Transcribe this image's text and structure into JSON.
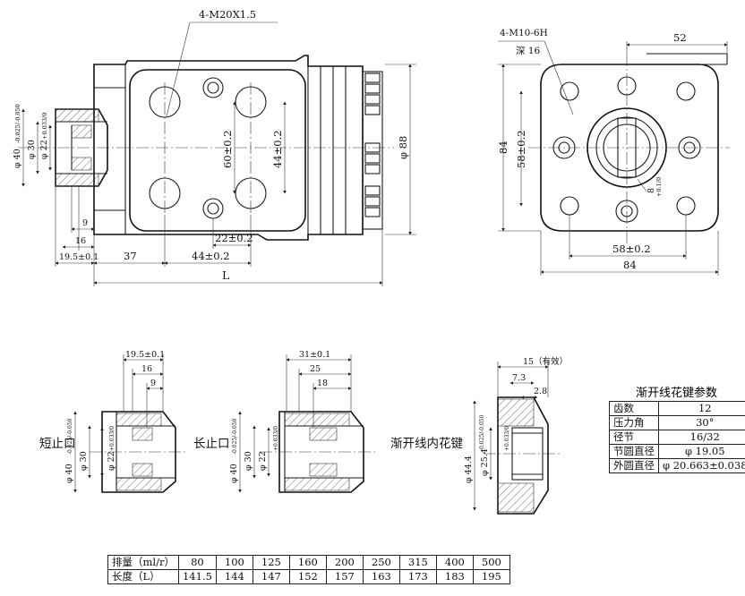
{
  "front_view": {
    "thread_callout": "4-M20X1.5",
    "dim_60": "60±0.2",
    "dim_44_v": "44±0.2",
    "dim_88": "φ 88",
    "dim_22": "22±0.2",
    "dim_9": "9",
    "dim_16": "16",
    "dim_19_5": "19.5±0.1",
    "dim_37": "37",
    "dim_44_h": "44±0.2",
    "dim_L": "L",
    "dim_phi40": "φ 40",
    "dim_phi40_tol": "-0.025/-0.050",
    "dim_phi30": "φ 30",
    "dim_phi22": "φ 22",
    "dim_phi22_tol": "+0.033/0"
  },
  "side_view": {
    "thread_callout": "4-M10-6H",
    "depth_label": "深 16",
    "dim_52": "52",
    "dim_84_v": "84",
    "dim_58_v": "58±0.2",
    "dim_58_h": "58±0.2",
    "dim_84_h": "84",
    "dim_8": "8",
    "dim_8_tol": "+0.1/0"
  },
  "detail_short": {
    "label": "短止口",
    "dim_19_5": "19.5±0.1",
    "dim_16": "16",
    "dim_9": "9",
    "dim_phi40": "φ 40",
    "dim_phi40_tol": "-0.025/-0.050",
    "dim_phi30": "φ 30",
    "dim_phi22": "φ 22",
    "dim_phi22_tol": "+0.033/0"
  },
  "detail_long": {
    "label": "长止口",
    "dim_31": "31±0.1",
    "dim_25": "25",
    "dim_18": "18",
    "dim_phi40": "φ 40",
    "dim_phi40_tol": "-0.025/-0.050",
    "dim_phi30": "φ 30",
    "dim_phi22": "φ 22",
    "dim_phi22_tol": "+0.033/0"
  },
  "detail_spline": {
    "label": "渐开线内花键",
    "dim_15": "15（有效）",
    "dim_7_3": "7.3",
    "dim_2_8": "2.8",
    "dim_phi44": "φ 44.4",
    "dim_phi44_tol": "-0.025/-0.050",
    "dim_phi25": "φ 25.4",
    "dim_phi25_tol": "+0.033/0"
  },
  "spline_params": {
    "title": "渐开线花键参数",
    "rows": [
      {
        "key": "齿数",
        "value": "12"
      },
      {
        "key": "压力角",
        "value": "30°"
      },
      {
        "key": "径节",
        "value": "16/32"
      },
      {
        "key": "节圆直径",
        "value": "φ 19.05"
      },
      {
        "key": "外圆直径",
        "value": "φ 20.663±0.038"
      }
    ]
  },
  "displacement_table": {
    "row1_label": "排量（ml/r）",
    "row2_label": "长度（L）",
    "displacement": [
      "80",
      "100",
      "125",
      "160",
      "200",
      "250",
      "315",
      "400",
      "500"
    ],
    "length": [
      "141.5",
      "144",
      "147",
      "152",
      "157",
      "163",
      "173",
      "183",
      "195"
    ]
  }
}
